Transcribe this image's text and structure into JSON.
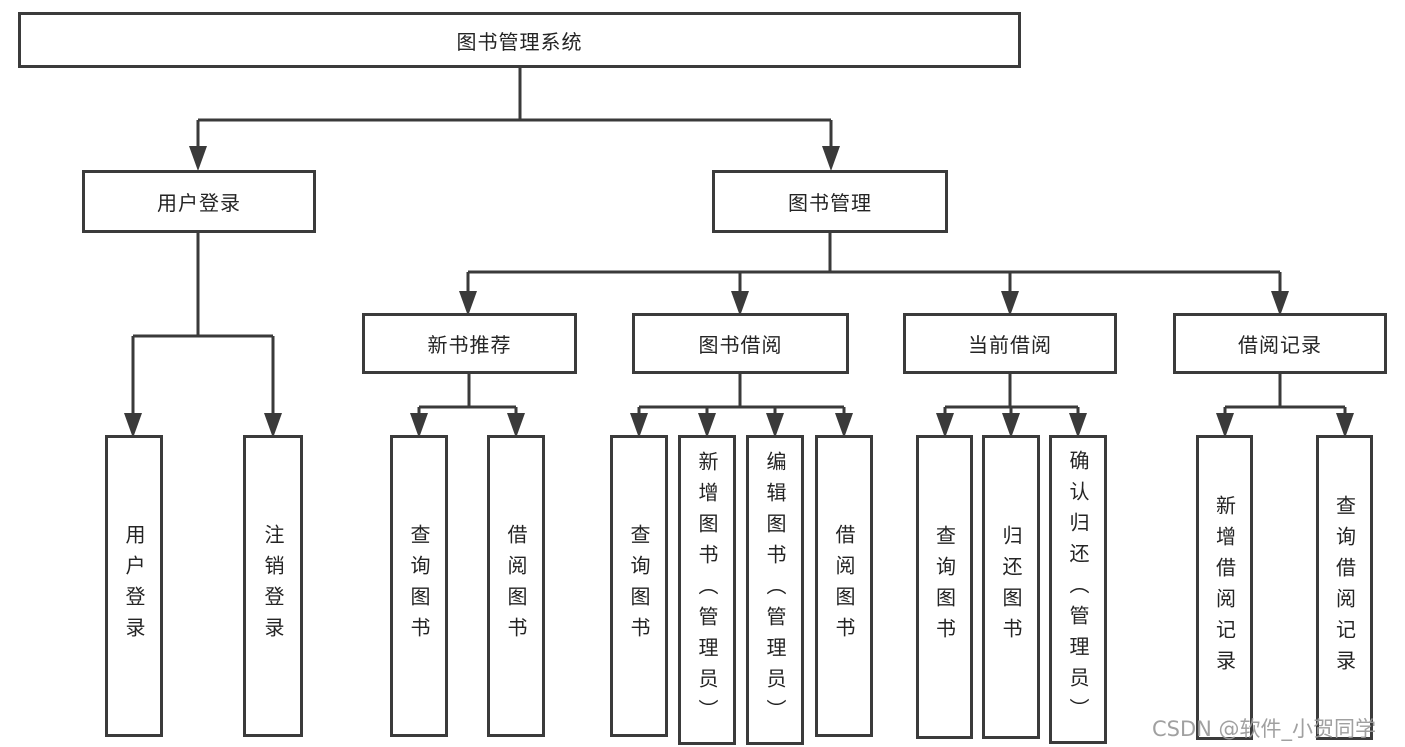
{
  "diagram": {
    "root": {
      "label": "图书管理系统"
    },
    "branches": {
      "user_login": {
        "label": "用户登录"
      },
      "book_management": {
        "label": "图书管理"
      }
    },
    "sections": {
      "new_book": {
        "label": "新书推荐"
      },
      "borrow": {
        "label": "图书借阅"
      },
      "current": {
        "label": "当前借阅"
      },
      "records": {
        "label": "借阅记录"
      }
    },
    "leaves": {
      "user_login": {
        "label": "用户登录"
      },
      "logout": {
        "label": "注销登录"
      },
      "nb_query": {
        "label": "查询图书"
      },
      "nb_borrow": {
        "label": "借阅图书"
      },
      "bw_query": {
        "label": "查询图书"
      },
      "bw_add": {
        "label": "新增图书（管理员）"
      },
      "bw_edit": {
        "label": "编辑图书（管理员）"
      },
      "bw_borrow": {
        "label": "借阅图书"
      },
      "cur_query": {
        "label": "查询图书"
      },
      "cur_return": {
        "label": "归还图书"
      },
      "cur_confirm": {
        "label": "确认归还（管理员）"
      },
      "rec_add": {
        "label": "新增借阅记录"
      },
      "rec_query": {
        "label": "查询借阅记录"
      }
    },
    "line_color": "#3a3a3a"
  },
  "watermark": {
    "text": "CSDN @软件_小贺同学"
  }
}
